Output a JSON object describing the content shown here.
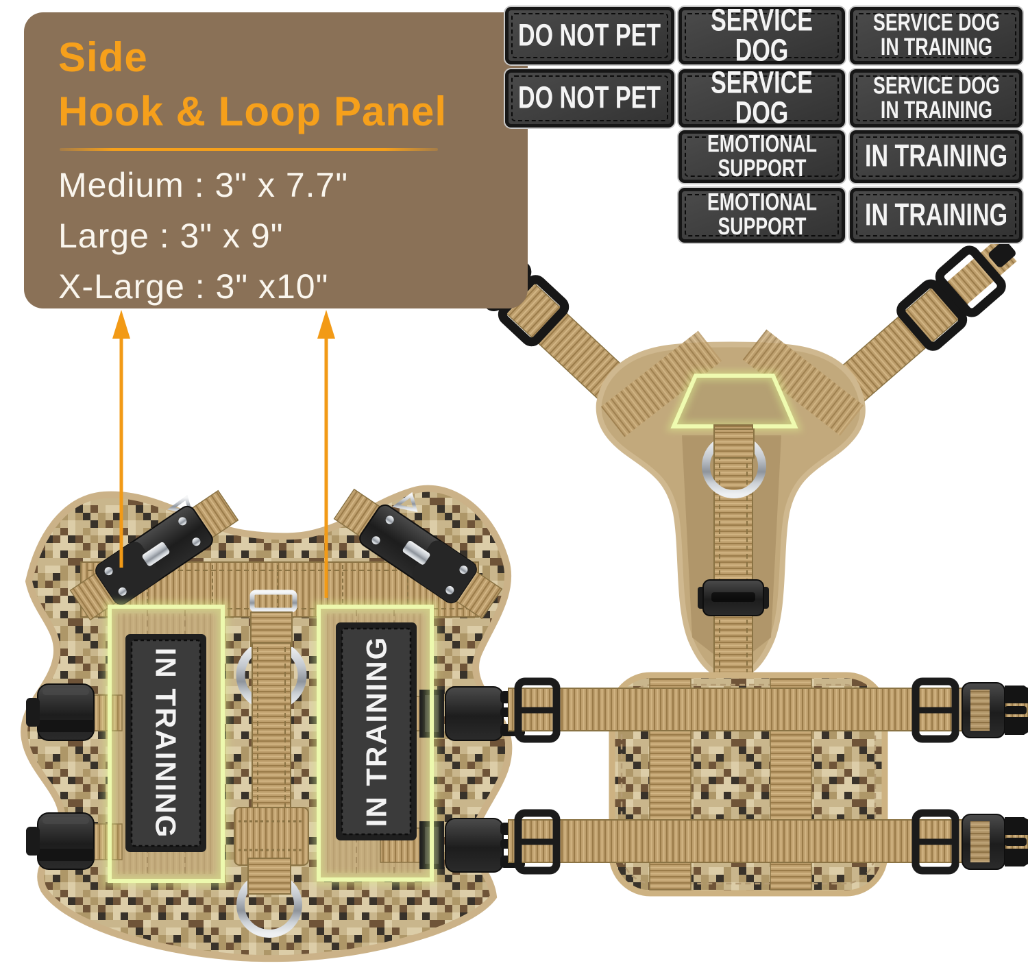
{
  "info_box": {
    "title": "Side\nHook & Loop Panel",
    "size_lines": [
      "Medium : 3\" x 7.7\"",
      "Large : 3\" x 9\"",
      "X-Large : 3\"  x10\""
    ]
  },
  "patch_grid": {
    "items": [
      {
        "label": "DO NOT PET"
      },
      {
        "label": "SERVICE DOG"
      },
      {
        "label": "SERVICE DOG\nIN TRAINING"
      },
      {
        "label": "DO NOT PET"
      },
      {
        "label": "SERVICE DOG"
      },
      {
        "label": "SERVICE DOG\nIN TRAINING"
      },
      {
        "label": "EMOTIONAL\nSUPPORT"
      },
      {
        "label": "IN TRAINING"
      },
      {
        "label": "EMOTIONAL\nSUPPORT"
      },
      {
        "label": "IN TRAINING"
      }
    ]
  },
  "harness": {
    "left_panel_patch": "IN TRAINING",
    "right_panel_patch": "IN TRAINING"
  },
  "colors": {
    "accent_orange": "#F29A16",
    "info_box_brown": "#8A7157",
    "title_orange": "#F6A01B",
    "info_text_white": "#FAF6EE",
    "patch_black": "#3A3A3A",
    "patch_text_white": "#F4F4F4",
    "glow_green": "#EDF9AE",
    "tan_webbing": "#BD9E6C",
    "camo_base": "#C9B68C",
    "metal_silver": "#C9CDD2"
  }
}
